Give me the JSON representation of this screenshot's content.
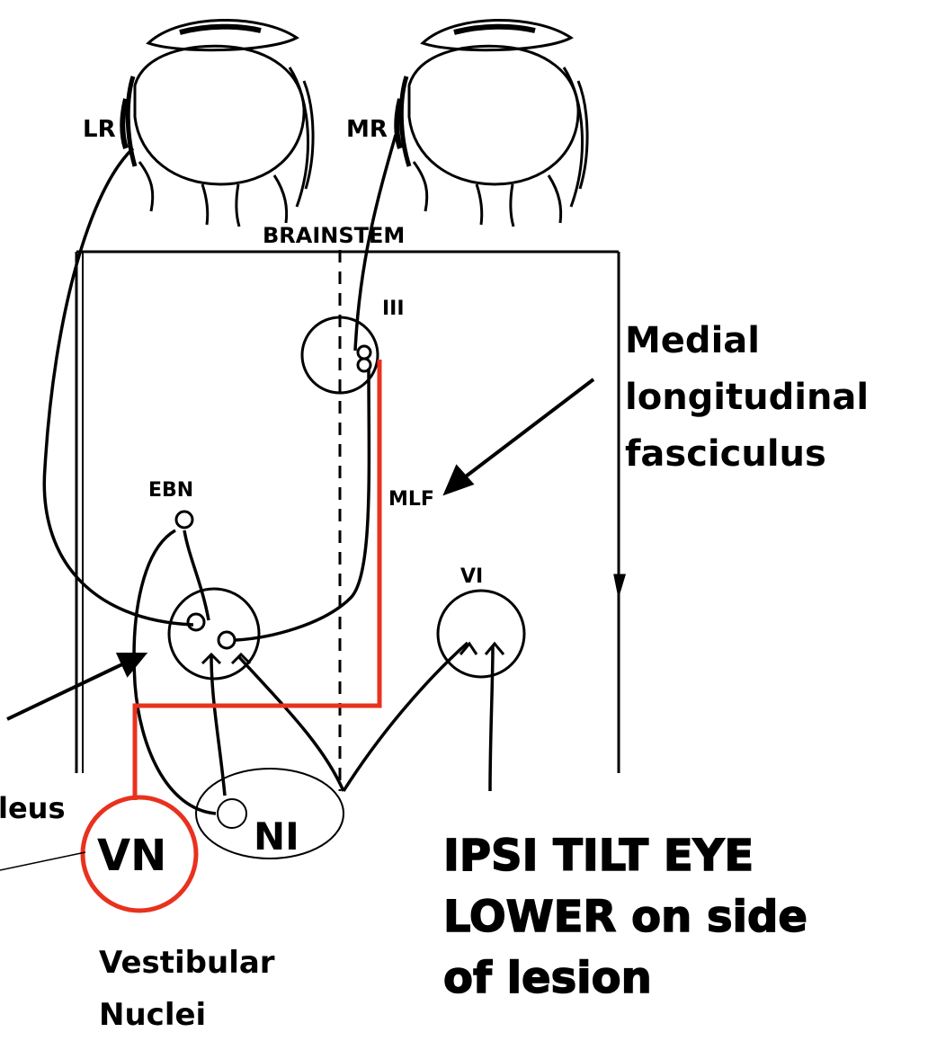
{
  "diagram": {
    "top_labels": {
      "brainstem": "BRAINSTEM",
      "lateral_rectus": "LR",
      "medial_rectus": "MR"
    },
    "nuclei_labels": {
      "oculomotor": "III",
      "abducens": "VI",
      "mlf": "MLF",
      "ebn": "EBN",
      "ni": "NI",
      "vn": "VN"
    },
    "annotations": {
      "mlf_callout": [
        "Medial",
        "longitudinal",
        "fasciculus"
      ],
      "partial_left_label": "leus",
      "vestibular_nuclei": [
        "Vestibular",
        "Nuclei"
      ],
      "clinical_note": [
        "IPSI TILT EYE",
        "LOWER on side",
        "of lesion"
      ]
    },
    "colors": {
      "highlight": "#e8321e",
      "ink": "#000000"
    }
  }
}
